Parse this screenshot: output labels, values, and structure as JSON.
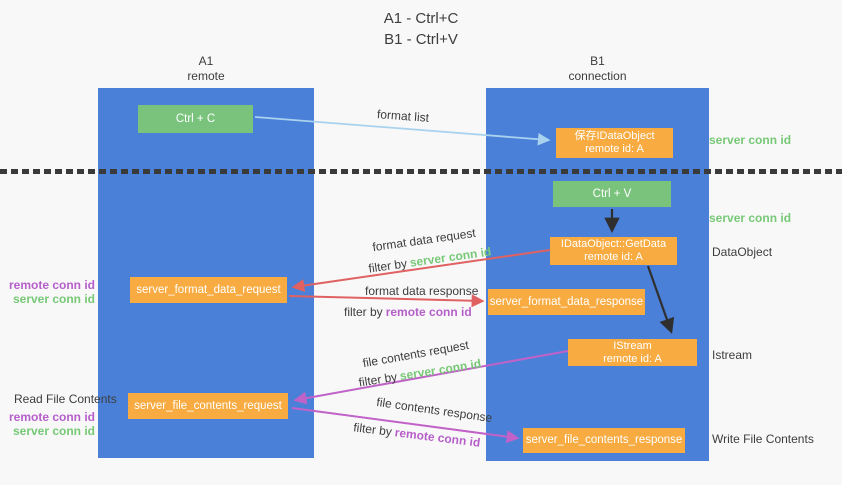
{
  "title": {
    "line1": "A1 - Ctrl+C",
    "line2": "B1 - Ctrl+V"
  },
  "columns": {
    "left": {
      "name": "A1",
      "subtitle": "remote"
    },
    "right": {
      "name": "B1",
      "subtitle": "connection"
    }
  },
  "nodes": {
    "ctrl_c": {
      "label": "Ctrl + C"
    },
    "ctrl_v": {
      "label": "Ctrl + V"
    },
    "save_dataobject": {
      "line1": "保存IDataObject",
      "line2": "remote id: A"
    },
    "getdata": {
      "line1": "IDataObject::GetData",
      "line2": "remote id: A"
    },
    "istream": {
      "line1": "IStream",
      "line2": "remote id: A"
    },
    "server_format_data_request": {
      "label": "server_format_data_request"
    },
    "server_format_data_response": {
      "label": "server_format_data_response"
    },
    "server_file_contents_request": {
      "label": "server_file_contents_request"
    },
    "server_file_contents_response": {
      "label": "server_file_contents_response"
    }
  },
  "arrow_labels": {
    "format_list": "format list",
    "format_data_request": "format data request",
    "format_data_response": "format data response",
    "file_contents_request": "file contents request",
    "file_contents_response": "file contents response",
    "filter_by": "filter by"
  },
  "filters": {
    "server_conn_id": "server conn id",
    "remote_conn_id": "remote conn id"
  },
  "side_labels": {
    "server_conn_id_top_right": "server conn id",
    "server_conn_id_mid_right": "server conn id",
    "dataobject": "DataObject",
    "istream": "Istream",
    "write_file_contents": "Write File Contents",
    "read_file_contents": "Read File Contents",
    "remote_conn_id_format": "remote conn id",
    "server_conn_id_format": "server conn id",
    "remote_conn_id_file": "remote conn id",
    "server_conn_id_file": "server conn id"
  },
  "colors": {
    "background": "#f8f8f8",
    "column_blue": "#4a80d8",
    "box_green": "#79c37d",
    "box_orange": "#f7ab41",
    "text_dark": "#3d3d3d",
    "text_white": "#ffffff",
    "green_label": "#77c877",
    "purple_label": "#b65fca",
    "arrow_red": "#e06161",
    "arrow_magenta": "#c162c8",
    "arrow_blue": "#a9d2ef",
    "arrow_black": "#2f2f2f",
    "dotted_line": "#3a3a3a"
  }
}
